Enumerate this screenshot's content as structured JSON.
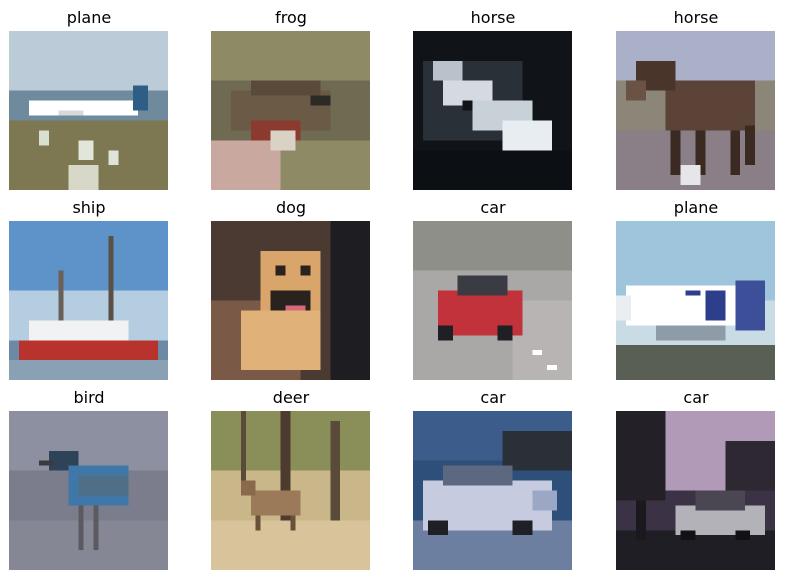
{
  "grid": {
    "images": [
      {
        "label": "plane",
        "subject": "airliner on airport tarmac",
        "colors": {
          "top": "#bccbd8",
          "mid": "#6f8a9c",
          "bottom": "#7d7752",
          "accent": "#2e5e86"
        }
      },
      {
        "label": "frog",
        "subject": "frog held on a hand",
        "colors": {
          "top": "#8f8a66",
          "mid": "#6f6b52",
          "bottom": "#c9a8a0",
          "accent": "#6b5a45"
        }
      },
      {
        "label": "horse",
        "subject": "white horse head close-up",
        "colors": {
          "top": "#101418",
          "mid": "#2a3038",
          "bottom": "#0c1014",
          "accent": "#d4dae0"
        }
      },
      {
        "label": "horse",
        "subject": "brown horse standing in field",
        "colors": {
          "top": "#a9b0c7",
          "mid": "#8c8678",
          "bottom": "#8a7f86",
          "accent": "#5b4437"
        }
      },
      {
        "label": "ship",
        "subject": "red and white ship at dock",
        "colors": {
          "top": "#5d93c9",
          "mid": "#b4cde0",
          "bottom": "#6c8aa3",
          "accent": "#b8332e"
        }
      },
      {
        "label": "dog",
        "subject": "tan dog sitting",
        "colors": {
          "top": "#4a3a32",
          "mid": "#7a5a46",
          "bottom": "#5a4034",
          "accent": "#d9a56a"
        }
      },
      {
        "label": "car",
        "subject": "red car on road",
        "colors": {
          "top": "#8f8f8a",
          "mid": "#a9a8a6",
          "bottom": "#b7b4b3",
          "accent": "#c2323a"
        }
      },
      {
        "label": "plane",
        "subject": "white airliner close-up",
        "colors": {
          "top": "#9ec5db",
          "mid": "#c9dce6",
          "bottom": "#5a5f55",
          "accent": "#ffffff"
        }
      },
      {
        "label": "bird",
        "subject": "heron on branch",
        "colors": {
          "top": "#8d90a0",
          "mid": "#7b7d8c",
          "bottom": "#858894",
          "accent": "#3f78a8"
        }
      },
      {
        "label": "deer",
        "subject": "deer in grassy field",
        "colors": {
          "top": "#8a8f5a",
          "mid": "#c9b78a",
          "bottom": "#d8c39a",
          "accent": "#9a7a58"
        }
      },
      {
        "label": "car",
        "subject": "silver car by water",
        "colors": {
          "top": "#3c5d8c",
          "mid": "#2e4f7a",
          "bottom": "#6c7fa0",
          "accent": "#c6cbe0"
        }
      },
      {
        "label": "car",
        "subject": "silver car at dusk",
        "colors": {
          "top": "#b09ab8",
          "mid": "#3c3246",
          "bottom": "#1e1e24",
          "accent": "#b3b2b8"
        }
      }
    ]
  }
}
